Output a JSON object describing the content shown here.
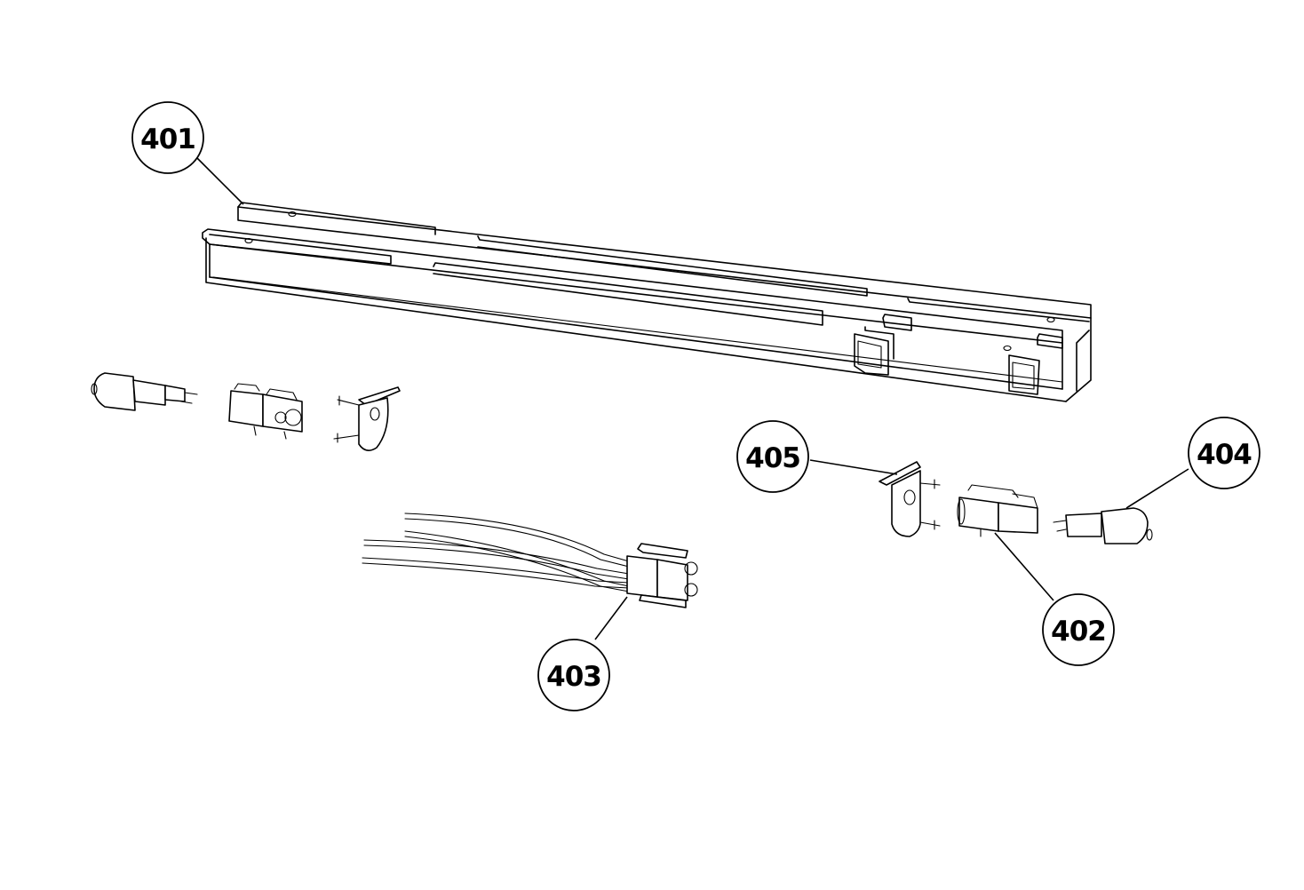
{
  "callouts": [
    {
      "id": "c401",
      "label": "401"
    },
    {
      "id": "c402",
      "label": "402"
    },
    {
      "id": "c403",
      "label": "403"
    },
    {
      "id": "c404",
      "label": "404"
    },
    {
      "id": "c405",
      "label": "405"
    }
  ]
}
